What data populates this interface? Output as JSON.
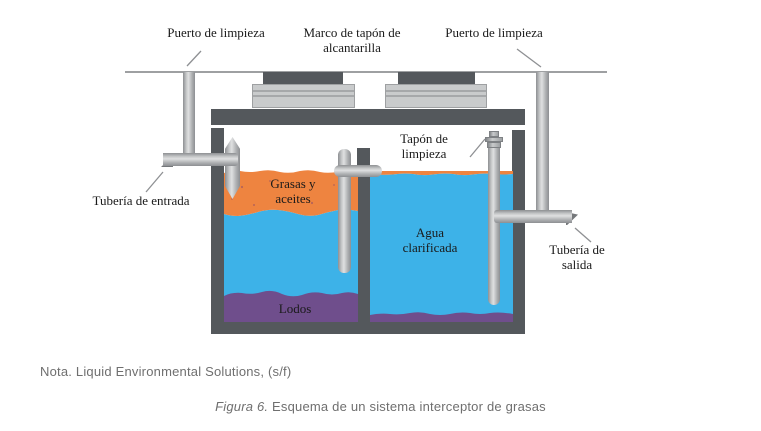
{
  "diagram": {
    "top_labels": {
      "port_left": "Puerto de limpieza",
      "manhole_frame": "Marco de tapón de\nalcantarilla",
      "port_right": "Puerto de limpieza"
    },
    "side_labels": {
      "inlet": "Tubería de entrada",
      "cleanout_plug": "Tapón de\nlimpieza",
      "outlet": "Tubería de\nsalida"
    },
    "layer_labels": {
      "grease": "Grasas y\naceites",
      "water": "Agua\nclarificada",
      "sludge": "Lodos"
    },
    "colors": {
      "grease": "#EE8440",
      "water": "#3DB2E8",
      "sludge": "#6F4E8C",
      "structure": "#54585C",
      "pipe": "#C2C4C6",
      "ground": "#9EA0A2"
    }
  },
  "captions": {
    "note": "Nota. Liquid Environmental Solutions, (s/f)",
    "figure_label": "Figura 6.",
    "figure_text": " Esquema de un sistema interceptor de grasas"
  }
}
